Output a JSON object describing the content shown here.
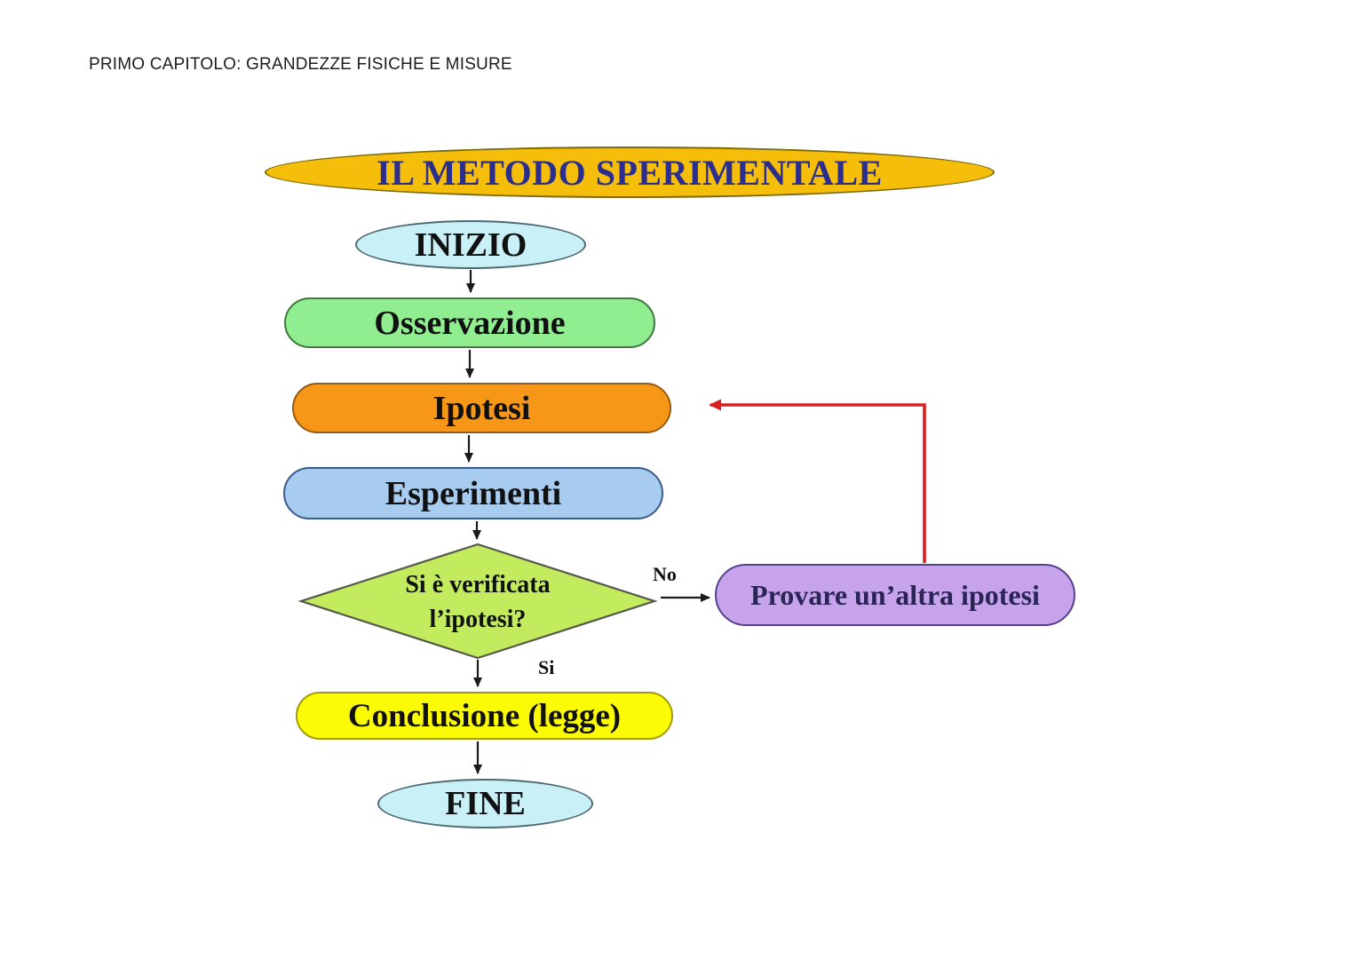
{
  "page": {
    "header": "PRIMO CAPITOLO: GRANDEZZE FISICHE E MISURE"
  },
  "flowchart": {
    "title": "IL METODO SPERIMENTALE",
    "nodes": {
      "inizio": "INIZIO",
      "osservazione": "Osservazione",
      "ipotesi": "Ipotesi",
      "esperimenti": "Esperimenti",
      "decisione_line1": "Si è verificata",
      "decisione_line2": "l’ipotesi?",
      "provare": "Provare un’altra ipotesi",
      "conclusione": "Conclusione (legge)",
      "fine": "FINE"
    },
    "edge_labels": {
      "no": "No",
      "si": "Si"
    },
    "colors": {
      "title_fill": "#F5BE0B",
      "title_border": "#7A6A08",
      "title_text": "#2B2E8F",
      "inizio_fill": "#C8F0F6",
      "inizio_border": "#4D6A70",
      "osservazione_fill": "#90EE90",
      "osservazione_border": "#3F7A3F",
      "ipotesi_fill": "#F79718",
      "ipotesi_border": "#9A5A10",
      "esperimenti_fill": "#A8CCF0",
      "esperimenti_border": "#3A5A8E",
      "decisione_fill": "#C2EB5E",
      "decisione_border": "#55584A",
      "provare_fill": "#C7A3EC",
      "provare_border": "#54418E",
      "provare_text": "#2B2556",
      "conclusione_fill": "#FBFB05",
      "conclusione_border": "#A29B04",
      "fine_fill": "#C8F0F6",
      "fine_border": "#4D6A70",
      "node_text": "#111111",
      "arrow_color": "#1A1A1A",
      "feedback_arrow_color": "#D82020"
    }
  }
}
